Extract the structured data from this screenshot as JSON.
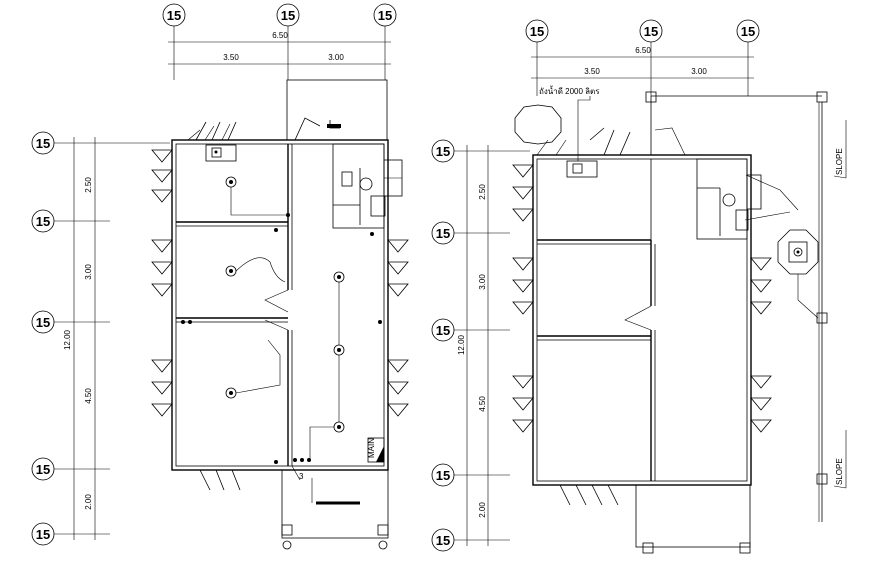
{
  "plan_left": {
    "grid_label": "15",
    "dim_overall": "6.50",
    "dim_left": "3.50",
    "dim_right": "3.00",
    "dim_total_vertical": "12.00",
    "dim_vertical": [
      "2.50",
      "3.00",
      "4.50",
      "2.00"
    ],
    "main_label": "MAIN",
    "circuit_label": "3"
  },
  "plan_right": {
    "grid_label": "15",
    "dim_overall": "6.50",
    "dim_left": "3.50",
    "dim_right": "3.00",
    "dim_total_vertical": "12.00",
    "dim_vertical": [
      "2.50",
      "3.00",
      "4.50",
      "2.00"
    ],
    "tank_label": "ถังน้ำดี 2000 ลิตร",
    "slope_label": "SLOPE"
  }
}
